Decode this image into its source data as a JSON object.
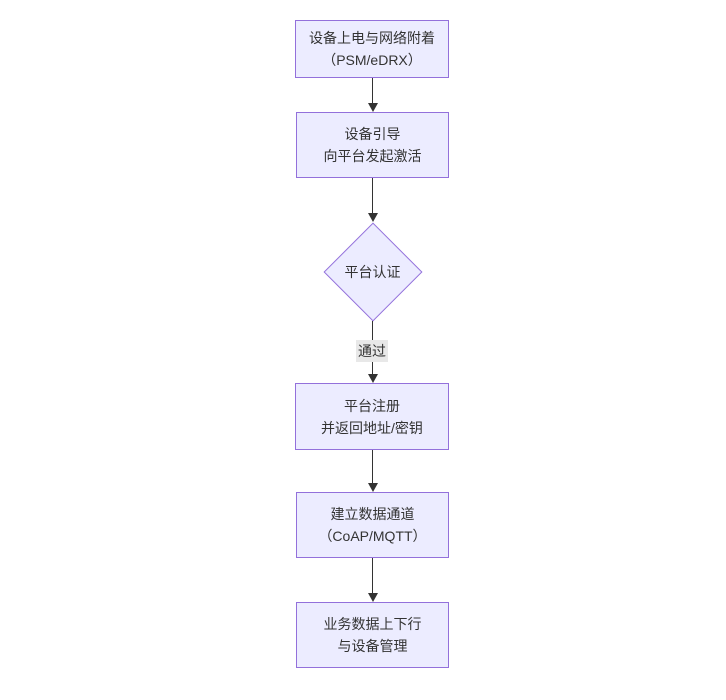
{
  "diagram": {
    "type": "flowchart",
    "direction": "top-down",
    "colors": {
      "node_fill": "#ECECFF",
      "node_border": "#9370DB",
      "text": "#333333",
      "arrow": "#333333",
      "edge_label_bg": "#e8e8e8"
    },
    "nodes": [
      {
        "shape": "rect",
        "lines": [
          "设备上电与网络附着",
          "（PSM/eDRX）"
        ]
      },
      {
        "shape": "rect",
        "lines": [
          "设备引导",
          "向平台发起激活"
        ]
      },
      {
        "shape": "diamond",
        "lines": [
          "平台认证"
        ]
      },
      {
        "shape": "rect",
        "lines": [
          "平台注册",
          "并返回地址/密钥"
        ]
      },
      {
        "shape": "rect",
        "lines": [
          "建立数据通道",
          "（CoAP/MQTT）"
        ]
      },
      {
        "shape": "rect",
        "lines": [
          "业务数据上下行",
          "与设备管理"
        ]
      }
    ],
    "edges": [
      {
        "from": 0,
        "to": 1,
        "label": ""
      },
      {
        "from": 1,
        "to": 2,
        "label": ""
      },
      {
        "from": 2,
        "to": 3,
        "label": "通过"
      },
      {
        "from": 3,
        "to": 4,
        "label": ""
      },
      {
        "from": 4,
        "to": 5,
        "label": ""
      }
    ]
  }
}
